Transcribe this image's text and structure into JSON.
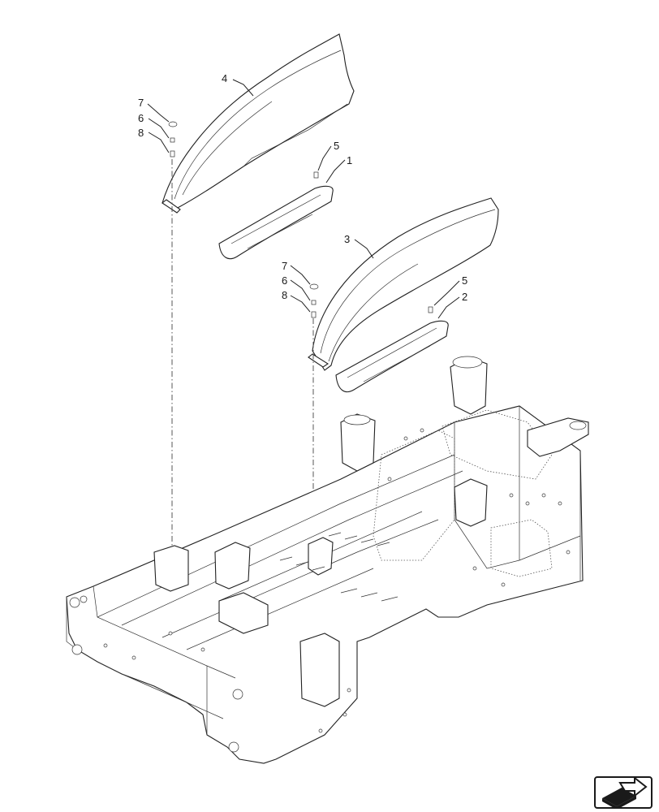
{
  "callouts": {
    "c1": "1",
    "c2": "2",
    "c3": "3",
    "c4": "4",
    "c5a": "5",
    "c5b": "5",
    "c6a": "6",
    "c6b": "6",
    "c7a": "7",
    "c7b": "7",
    "c8a": "8",
    "c8b": "8"
  },
  "navigation": {
    "icon": "next-page-arrow-icon"
  }
}
